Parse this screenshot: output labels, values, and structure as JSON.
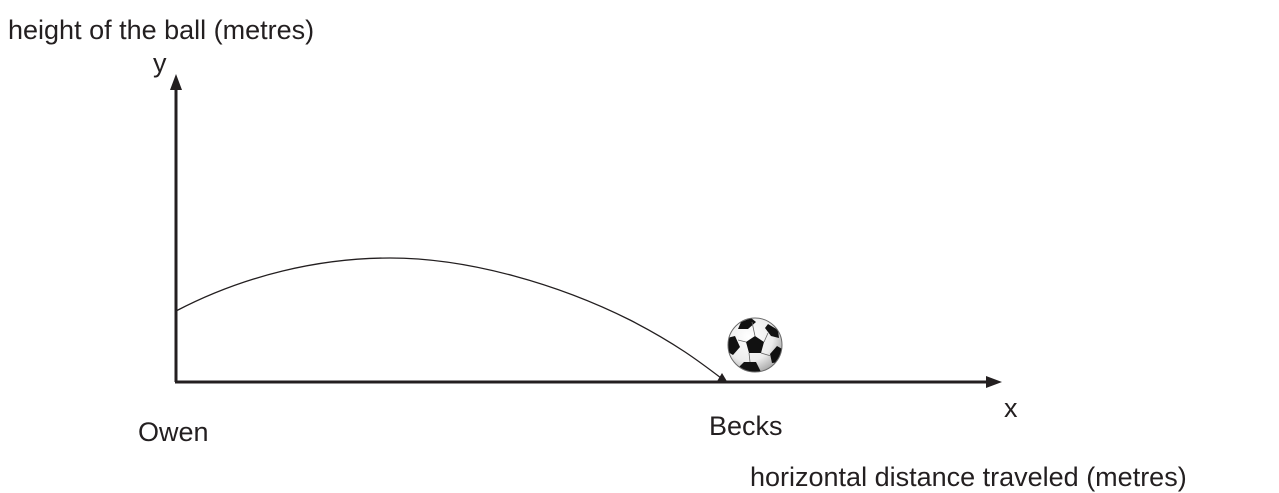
{
  "diagram": {
    "y_axis_title": "height of the ball (metres)",
    "y_axis_symbol": "y",
    "x_axis_symbol": "x",
    "x_axis_title": "horizontal distance traveled (metres)",
    "start_label": "Owen",
    "end_label": "Becks",
    "object_icon": "soccer-ball-icon"
  },
  "colors": {
    "ink": "#231f20",
    "background": "#ffffff"
  }
}
